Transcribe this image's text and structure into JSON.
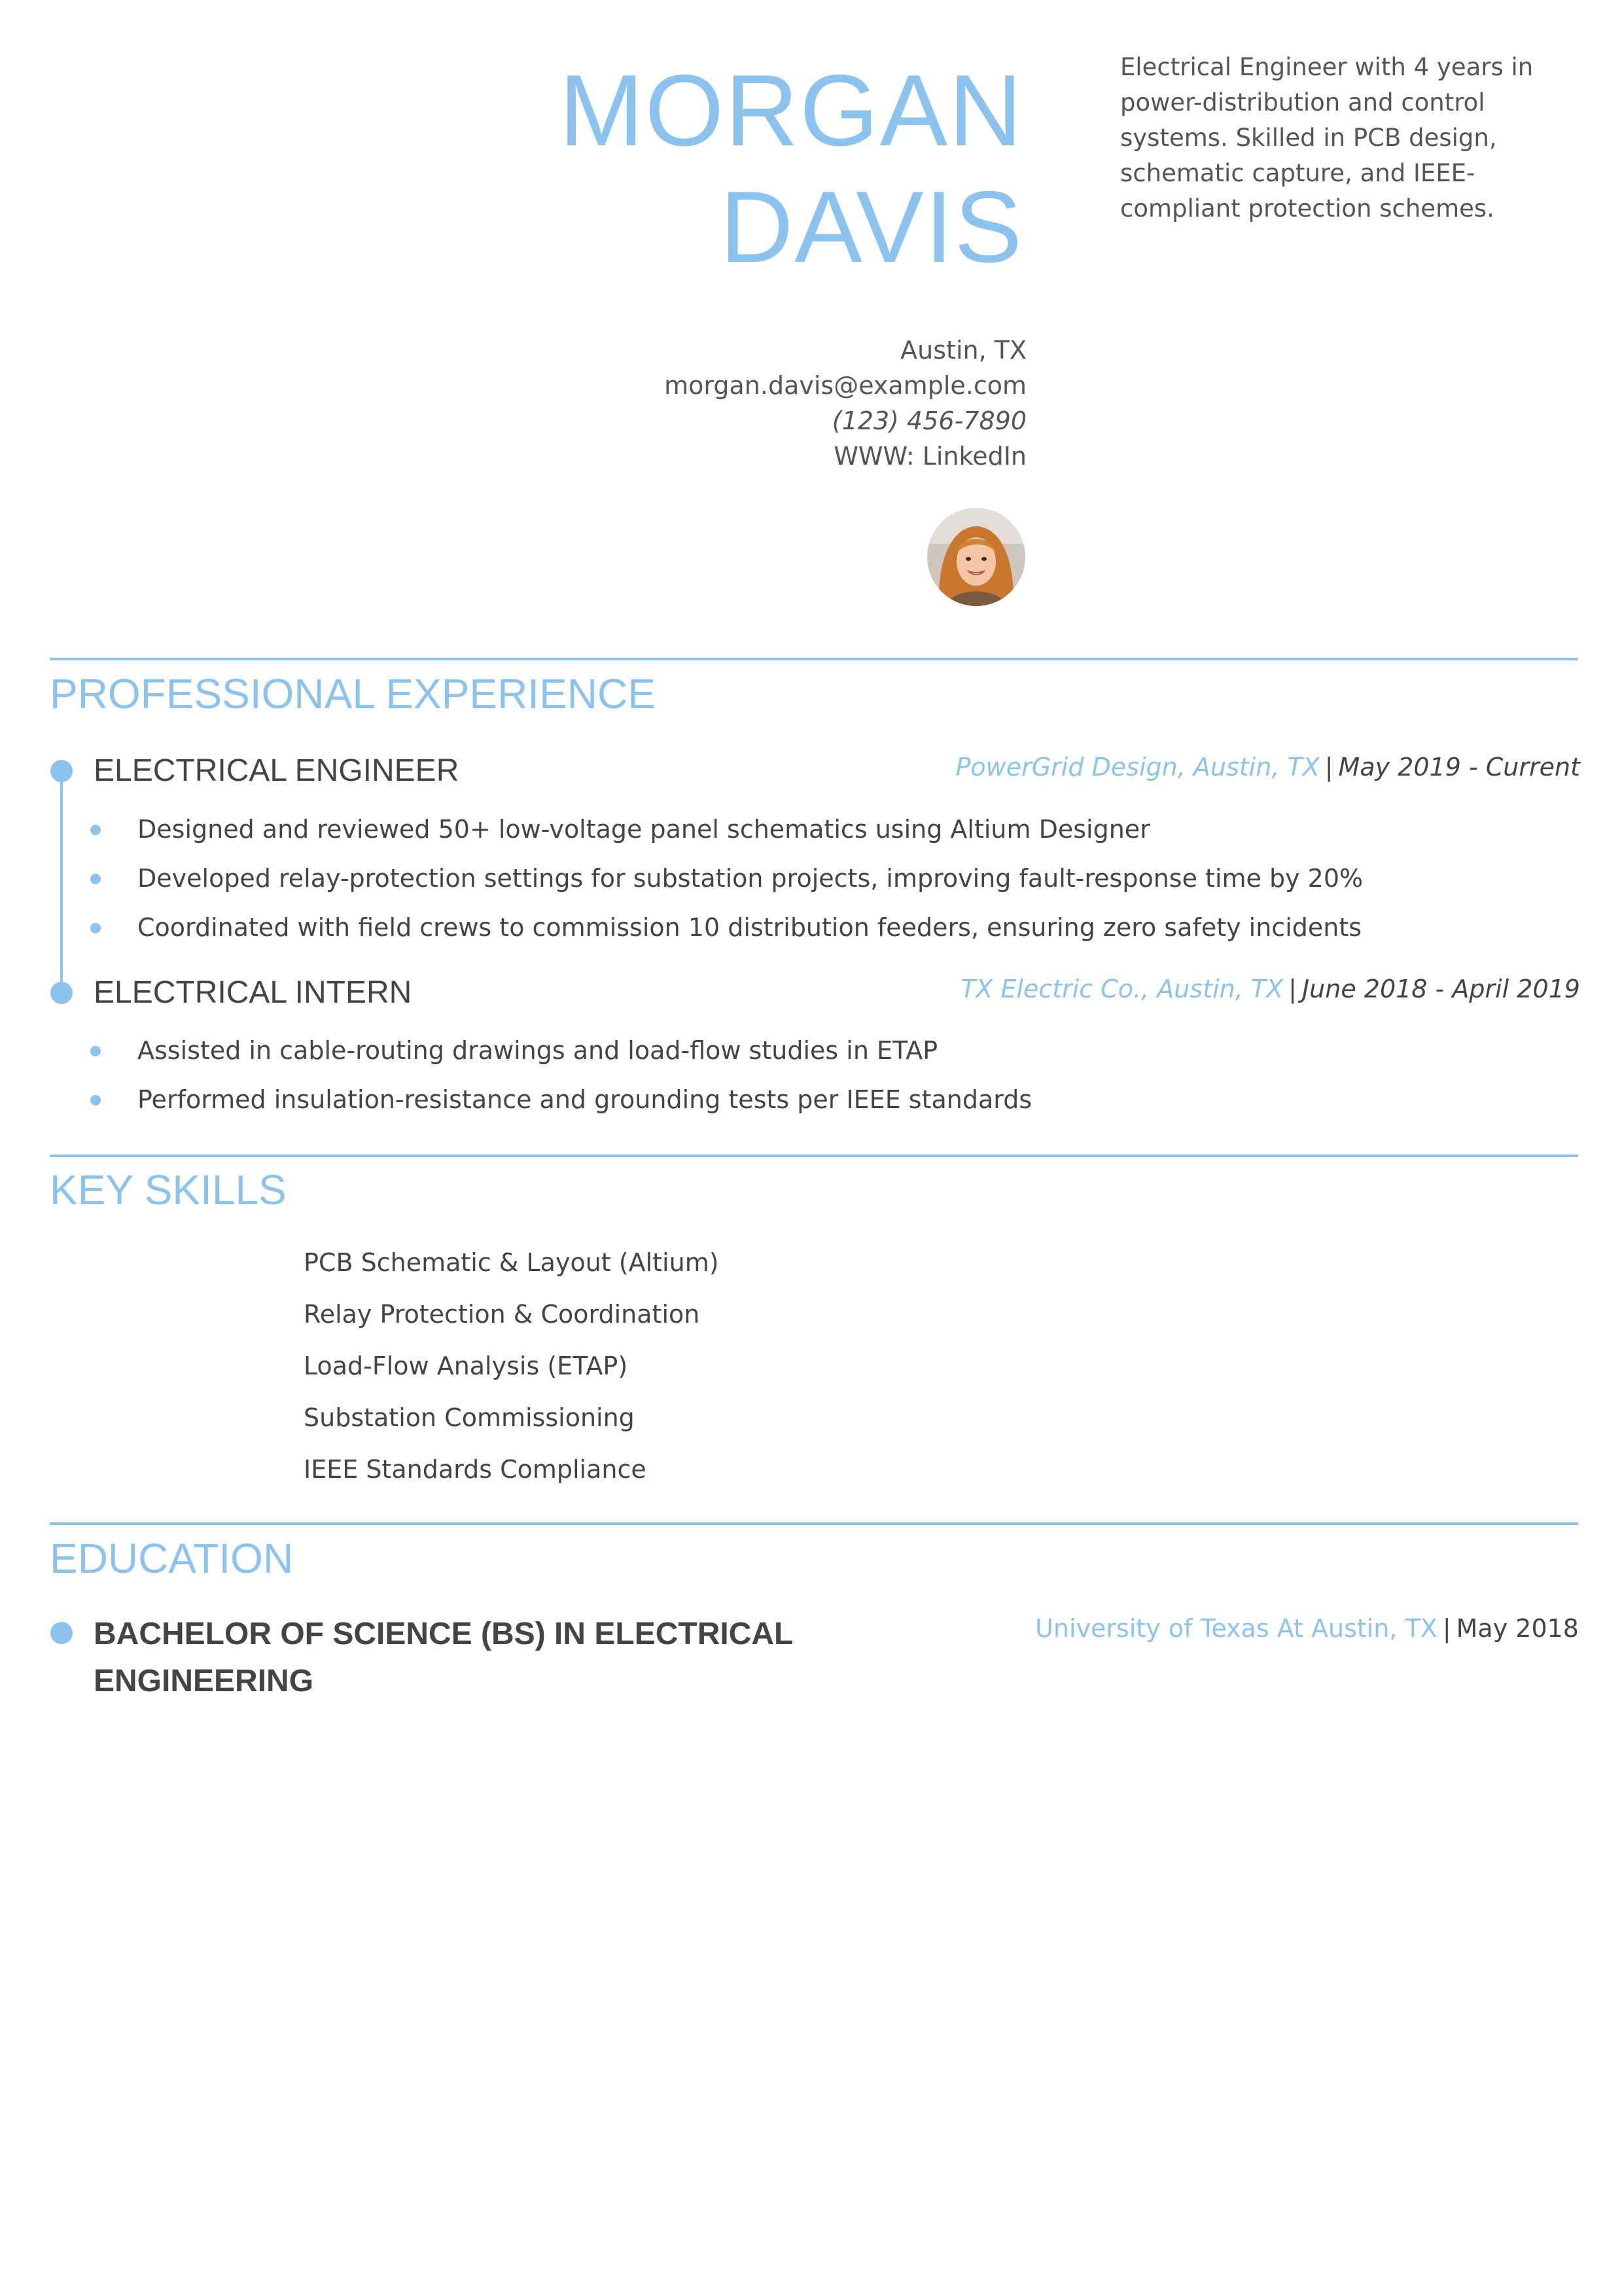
{
  "header": {
    "first_name": "MORGAN",
    "last_name": "DAVIS",
    "summary": "Electrical Engineer with 4 years in power-distribution and control systems. Skilled in PCB design, schematic capture, and IEEE-compliant protection schemes."
  },
  "contact": {
    "location": "Austin, TX",
    "email": "morgan.davis@example.com",
    "phone": "(123) 456-7890",
    "website": "WWW: LinkedIn"
  },
  "colors": {
    "accent": "#8cc3ee",
    "text": "#444444"
  },
  "experience": {
    "title": "PROFESSIONAL EXPERIENCE",
    "jobs": [
      {
        "role": "ELECTRICAL ENGINEER",
        "company": "PowerGrid Design, Austin, TX",
        "separator": "|",
        "dates": "May 2019 - Current",
        "bullets": [
          "Designed and reviewed 50+ low-voltage panel schematics using Altium Designer",
          "Developed relay-protection settings for substation projects, improving fault-response time by 20%",
          "Coordinated with field crews to commission 10 distribution feeders, ensuring zero safety incidents"
        ]
      },
      {
        "role": "ELECTRICAL INTERN",
        "company": "TX Electric Co., Austin, TX",
        "separator": "|",
        "dates": "June 2018 - April 2019",
        "bullets": [
          "Assisted in cable-routing drawings and load-flow studies in ETAP",
          "Performed insulation-resistance and grounding tests per IEEE standards"
        ]
      }
    ]
  },
  "skills": {
    "title": "KEY SKILLS",
    "items": [
      "PCB Schematic & Layout (Altium)",
      "Relay Protection & Coordination",
      "Load-Flow Analysis (ETAP)",
      "Substation Commissioning",
      "IEEE Standards Compliance"
    ]
  },
  "education": {
    "title": "EDUCATION",
    "degree": "BACHELOR OF SCIENCE (BS) IN ELECTRICAL ENGINEERING",
    "school": "University of Texas At Austin, TX",
    "separator": "|",
    "date": "May 2018"
  }
}
